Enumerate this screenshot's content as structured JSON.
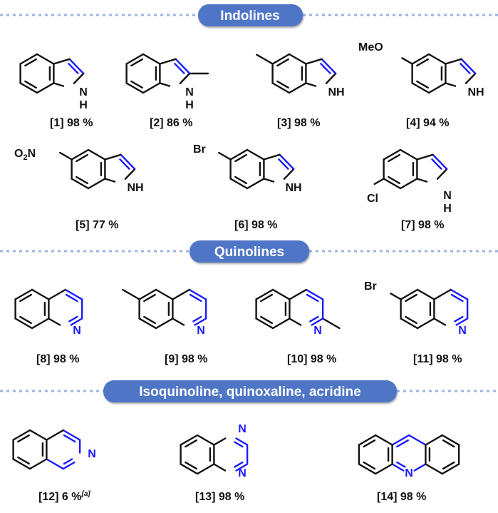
{
  "sections": [
    {
      "title": "Indolines"
    },
    {
      "title": "Quinolines"
    },
    {
      "title": "Isoquinoline, quinoxaline, acridine"
    }
  ],
  "compounds": [
    {
      "id": "[1]",
      "yield": "98 %"
    },
    {
      "id": "[2]",
      "yield": "86 %"
    },
    {
      "id": "[3]",
      "yield": "98 %"
    },
    {
      "id": "[4]",
      "yield": "94 %"
    },
    {
      "id": "[5]",
      "yield": "77 %"
    },
    {
      "id": "[6]",
      "yield": "98 %"
    },
    {
      "id": "[7]",
      "yield": "98 %"
    },
    {
      "id": "[8]",
      "yield": "98 %"
    },
    {
      "id": "[9]",
      "yield": "98 %"
    },
    {
      "id": "[10]",
      "yield": "98 %"
    },
    {
      "id": "[11]",
      "yield": "98 %"
    },
    {
      "id": "[12]",
      "yield": "6 %",
      "note": "[a]"
    },
    {
      "id": "[13]",
      "yield": "98 %"
    },
    {
      "id": "[14]",
      "yield": "98 %"
    }
  ],
  "atoms": {
    "nh_n": "N",
    "nh_h": "H",
    "n": "N",
    "meo": "MeO",
    "o2n_o": "O",
    "o2n_sub": "2",
    "o2n_n": "N",
    "br": "Br",
    "cl": "Cl"
  },
  "colors": {
    "pill": "#4f75c6",
    "divider": "#9bb4e0",
    "highlight_bond": "#1a1aff",
    "hetero_atom": "#1a1aff",
    "bond": "#111111"
  }
}
